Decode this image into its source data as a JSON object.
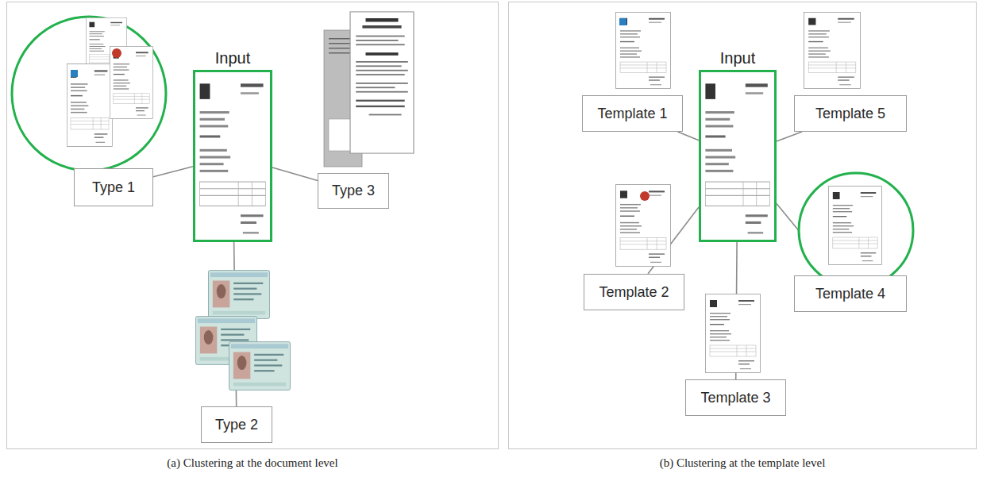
{
  "diagram": {
    "nodes": [
      {
        "text": [
          "(a) Clustering at the document level"
        ]
      },
      {
        "text": [
          "Input"
        ],
        "in": 0
      },
      {
        "text": [
          "Type 1"
        ],
        "in": 0
      },
      {
        "text": [
          "Type 3"
        ],
        "in": 0
      },
      {
        "text": [
          "Type 2"
        ],
        "in": 0
      },
      {
        "text": [
          "(b) Clustering at the template level"
        ]
      },
      {
        "text": [
          "Input"
        ],
        "in": 5
      },
      {
        "text": [
          "Template 1"
        ],
        "in": 5
      },
      {
        "text": [
          "Template 5"
        ],
        "in": 5
      },
      {
        "text": [
          "Template 2"
        ],
        "in": 5
      },
      {
        "text": [
          "Template 4"
        ],
        "in": 5
      },
      {
        "text": [
          "Template 3"
        ],
        "in": 5
      }
    ],
    "edges": [
      {
        "from": 1,
        "to": 2,
        "arrow": "none"
      },
      {
        "from": 1,
        "to": 3,
        "arrow": "none"
      },
      {
        "from": 1,
        "to": 4,
        "arrow": "none"
      },
      {
        "from": 6,
        "to": 7,
        "arrow": "none"
      },
      {
        "from": 6,
        "to": 8,
        "arrow": "none"
      },
      {
        "from": 6,
        "to": 9,
        "arrow": "none"
      },
      {
        "from": 6,
        "to": 10,
        "arrow": "none"
      },
      {
        "from": 6,
        "to": 11,
        "arrow": "none"
      }
    ]
  }
}
